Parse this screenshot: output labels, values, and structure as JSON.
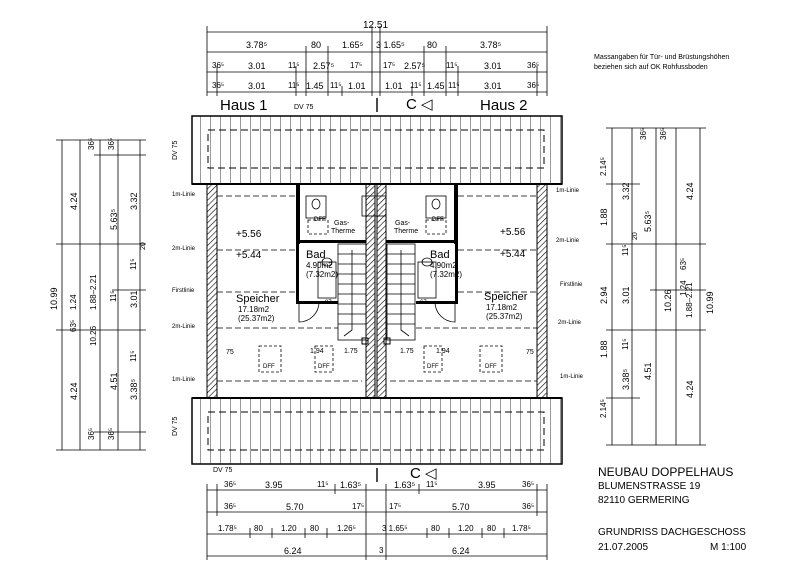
{
  "title_block": {
    "project": "NEUBAU DOPPELHAUS",
    "street": "BLUMENSTRASSE 19",
    "city": "82110 GERMERING",
    "sheet": "GRUNDRISS DACHGESCHOSS",
    "date": "21.07.2005",
    "scale": "M 1:100"
  },
  "note": {
    "line1": "Massangaben für Tür- und Brüstungshöhen",
    "line2": "beziehen sich auf OK Rohfussboden"
  },
  "houses": {
    "left": "Haus 1",
    "right": "Haus 2"
  },
  "section_marker": "C ◁",
  "rooms": {
    "speicher_name": "Speicher",
    "speicher_area1": "17.18m2",
    "speicher_area2": "(25.37m2)",
    "bad_name": "Bad",
    "bad_area1": "4.90m2",
    "bad_area2": "(7.32m2)",
    "gas_line1": "Gas-",
    "gas_line2": "Therme",
    "dff": "DFF",
    "dv": "DV 75"
  },
  "levels": {
    "upper": "+5.56",
    "lower": "+5.44"
  },
  "lines": {
    "l1m": "1m-Linie",
    "l2m": "2m-Linie",
    "first": "Firstlinie"
  },
  "dims_top": {
    "total": "12.51",
    "r1": [
      "3.78⁵",
      "80",
      "1.65⁵",
      "3 1.65⁵",
      "80",
      "3.78⁵"
    ],
    "r2": [
      "36⁵",
      "3.01",
      "11⁵",
      "2.57⁵",
      "17⁵",
      "17⁵",
      "2.57⁵",
      "11⁵",
      "3.01",
      "36⁵"
    ],
    "r3": [
      "36⁵",
      "3.01",
      "11⁵",
      "1.45",
      "11⁵",
      "1.01",
      "1.01",
      "11⁵",
      "1.45",
      "11⁵",
      "3.01",
      "36⁵"
    ]
  },
  "dims_bottom": {
    "r1": [
      "36⁵",
      "3.95",
      "11⁵",
      "1.63⁵",
      "1.63⁵",
      "11⁵",
      "3.95",
      "36⁵"
    ],
    "r2": [
      "36⁵",
      "5.70",
      "17⁵",
      "17⁵",
      "5.70",
      "36⁵"
    ],
    "r3": [
      "1.78⁵",
      "80",
      "1.20",
      "80",
      "1.26⁵",
      "3 1.65⁵",
      "80",
      "1.20",
      "80",
      "1.78⁵"
    ],
    "r4": [
      "6.24",
      "3",
      "6.24"
    ]
  },
  "dims_left": [
    "10.99",
    "4.24",
    "1.88–2.21",
    "10.26",
    "5.63⁵",
    "3.32",
    "4.24",
    "36⁵",
    "36⁵",
    "1.24",
    "63⁵",
    "4.51",
    "3.38⁵",
    "3.01",
    "11⁵",
    "11⁵",
    "20",
    "11⁵",
    "36⁵",
    "36⁵"
  ],
  "dims_right": [
    "2.14⁵",
    "3.32",
    "1.88",
    "5.63⁵",
    "2.94",
    "3.01",
    "1.88",
    "2.14⁵",
    "4.51",
    "3.38⁵",
    "4.24",
    "4.24",
    "10.99",
    "10.26",
    "1.88–2.21",
    "1.24",
    "63⁵",
    "36⁵",
    "36⁵",
    "11⁵",
    "11⁵",
    "20"
  ],
  "inner": {
    "d194": "1.94",
    "d175a": "1.75",
    "d175b": "1.75",
    "d194b": "1.94",
    "d75": "75",
    "d87": "87",
    "d67": "67"
  }
}
